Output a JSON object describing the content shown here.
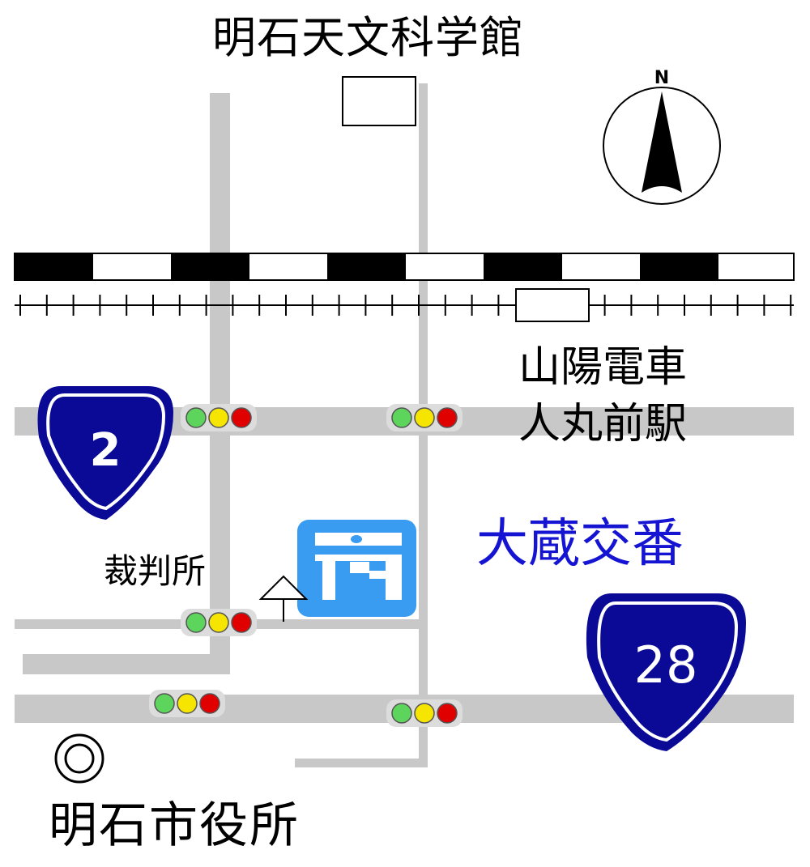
{
  "map": {
    "labels": {
      "observatory": "明石天文科学館",
      "station_line1": "山陽電車",
      "station_line2": "人丸前駅",
      "police_box": "大蔵交番",
      "courthouse": "裁判所",
      "city_hall": "明石市役所"
    },
    "compass_label": "N",
    "route_shields": {
      "route_a": "2",
      "route_b": "28"
    },
    "icons": {
      "police_box": "police-box-icon",
      "city_hall": "city-hall-map-symbol-icon",
      "courthouse": "courthouse-map-symbol-icon",
      "compass": "north-arrow-icon",
      "traffic_light": "traffic-signal-icon"
    },
    "colors": {
      "road": "#c8c8c8",
      "shield": "#0a0a96",
      "police_text": "#1414d2",
      "police_icon": "#3a9cf0",
      "signal_green": "#5dd55d",
      "signal_yellow": "#f5e500",
      "signal_red": "#e00000",
      "rail": "#000000"
    }
  }
}
